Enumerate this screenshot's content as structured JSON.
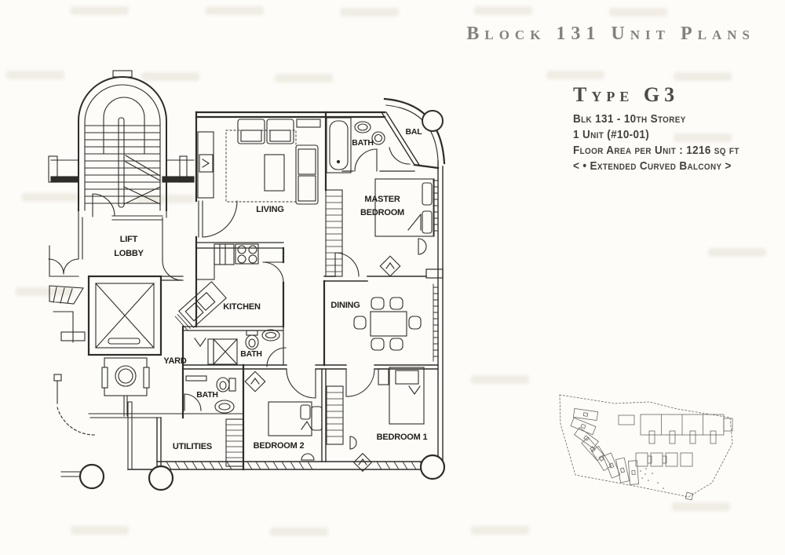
{
  "header": {
    "title": "Block 131 Unit Plans"
  },
  "unit_info": {
    "type": "Type G3",
    "block_storey": "Blk 131 - 10th Storey",
    "units": "1 Unit (#10-01)",
    "floor_area": "Floor Area per Unit : 1216 sq ft",
    "balcony_note": "< • Extended Curved Balcony >"
  },
  "floor_plan": {
    "rooms": {
      "living": "LIVING",
      "master_bath": "BATH",
      "balcony": "BAL",
      "master_line1": "MASTER",
      "master_line2": "BEDROOM",
      "lift_line1": "LIFT",
      "lift_line2": "LOBBY",
      "kitchen": "KITCHEN",
      "dining": "DINING",
      "common_bath": "BATH",
      "yard": "YARD",
      "lower_bath": "BATH",
      "utilities": "UTILITIES",
      "bedroom2": "BEDROOM 2",
      "bedroom1": "BEDROOM 1"
    }
  },
  "colors": {
    "paper": "#fdfcf9",
    "plan_ink": "#2f2d29",
    "title_gray": "#84827c",
    "info_ink": "#45423c",
    "watermark": "#c9c0a8",
    "sitemap_ink": "#6b6860"
  }
}
